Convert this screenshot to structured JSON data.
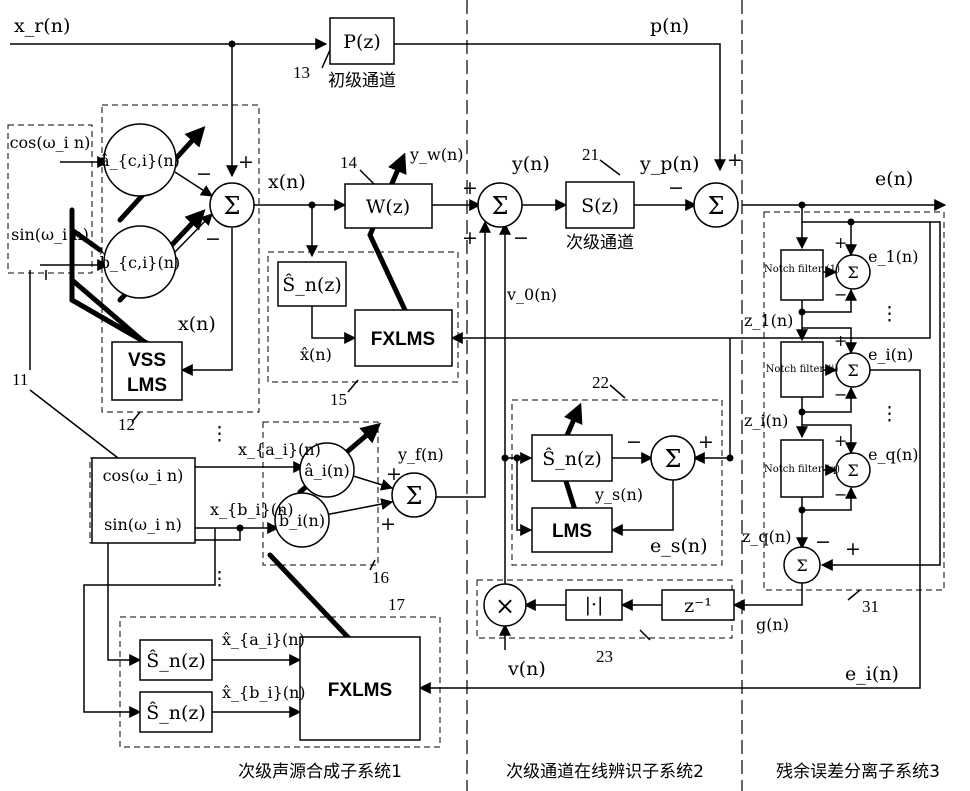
{
  "signals": {
    "xr": "x_r(n)",
    "pn": "p(n)",
    "en": "e(n)",
    "xn_a": "x(n)",
    "xn_b": "x(n)",
    "yw": "y_w(n)",
    "yn": "y(n)",
    "yp": "y_p(n)",
    "v0": "v_0(n)",
    "xhat": "x̂(n)",
    "yf": "y_f(n)",
    "ys": "y_s(n)",
    "es": "e_s(n)",
    "vn": "v(n)",
    "gn": "g(n)",
    "ei_bottom": "e_i(n)",
    "xai": "x_{a_i}(n)",
    "xbi": "x_{b_i}(n)",
    "xhat_ai": "x̂_{a_i}(n)",
    "xhat_bi": "x̂_{b_i}(n)",
    "z1": "z_1(n)",
    "zi": "z_i(n)",
    "zq": "z_q(n)",
    "e1": "e_1(n)",
    "ei_r": "e_i(n)",
    "eq": "e_q(n)"
  },
  "blocks": {
    "P": "P(z)",
    "W": "W(z)",
    "S": "S(z)",
    "Shat": "Ŝ_n(z)",
    "vss1": "VSS",
    "vss2": "LMS",
    "fxlms": "FXLMS",
    "lms": "LMS",
    "abs": "|·|",
    "zinv": "z⁻¹",
    "ac": "â_{c,i}(n)",
    "bc": "b̂_{c,i}(n)",
    "ai": "â_i(n)",
    "bi": "b̂_i(n)",
    "cos": "cos(ω_i n)",
    "sin": "sin(ω_i n)",
    "notch1": "Notch filter (1)",
    "notchi": "Notch filter (i)",
    "notchq": "Notch filter (q)",
    "sum": "Σ",
    "times": "×"
  },
  "captions": {
    "primary": "初级通道",
    "secondary": "次级通道",
    "sub1": "次级声源合成子系统1",
    "sub2": "次级通道在线辨识子系统2",
    "sub3": "残余误差分离子系统3"
  },
  "refs": {
    "r11": "11",
    "r12": "12",
    "r13": "13",
    "r14": "14",
    "r15": "15",
    "r16": "16",
    "r17": "17",
    "r21": "21",
    "r22": "22",
    "r23": "23",
    "r31": "31"
  },
  "signs": {
    "plus": "+",
    "minus": "−"
  }
}
